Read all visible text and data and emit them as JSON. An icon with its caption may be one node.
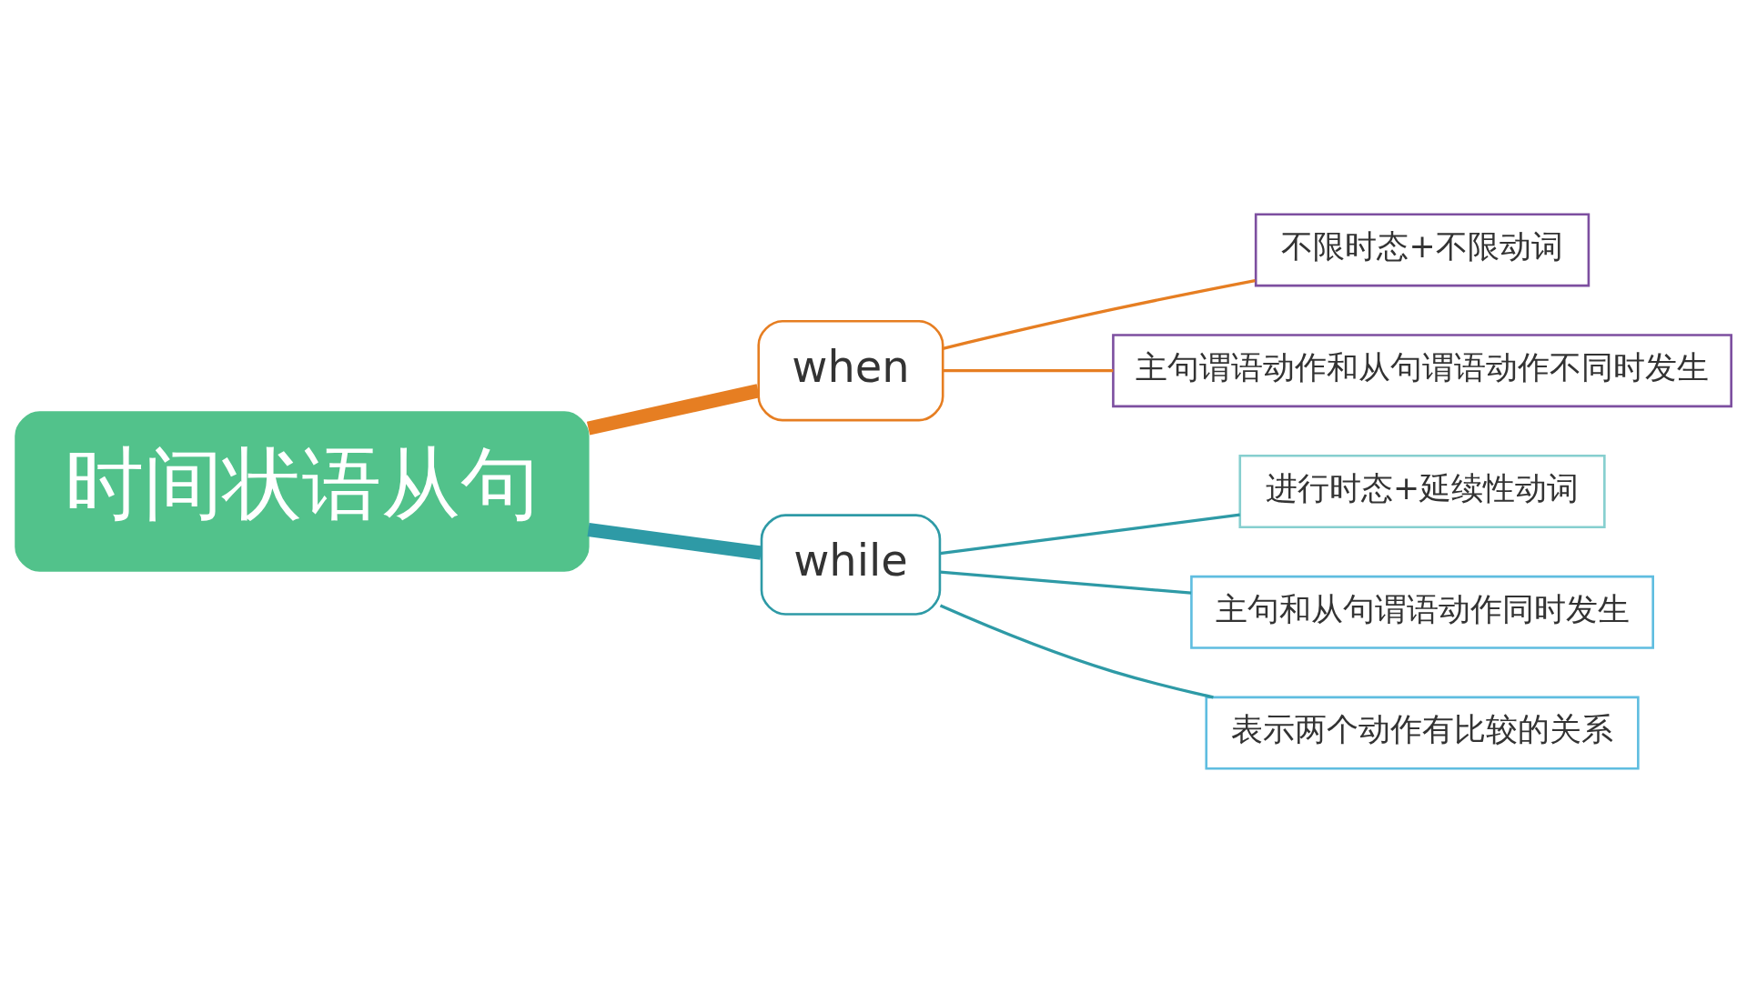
{
  "diagram": {
    "nodes": [
      {
        "text": [
          "时间状语从句"
        ]
      },
      {
        "text": [
          "when"
        ]
      },
      {
        "text": [
          "不限时态+不限动词"
        ]
      },
      {
        "text": [
          "主句谓语动作和从句谓语动作不同时发生"
        ]
      },
      {
        "text": [
          "while"
        ]
      },
      {
        "text": [
          "进行时态+延续性动词"
        ]
      },
      {
        "text": [
          "主句和从句谓语动作同时发生"
        ]
      },
      {
        "text": [
          "表示两个动作有比较的关系"
        ]
      }
    ],
    "edges": [
      {
        "from": 0,
        "to": 1,
        "arrow": "none",
        "style": "thick",
        "color": "#e67e22"
      },
      {
        "from": 1,
        "to": 2,
        "arrow": "none",
        "color": "#e67e22"
      },
      {
        "from": 1,
        "to": 3,
        "arrow": "none",
        "color": "#e67e22"
      },
      {
        "from": 0,
        "to": 4,
        "arrow": "none",
        "style": "thick",
        "color": "#2e9aa6"
      },
      {
        "from": 4,
        "to": 5,
        "arrow": "none",
        "color": "#2e9aa6"
      },
      {
        "from": 4,
        "to": 6,
        "arrow": "none",
        "color": "#2e9aa6"
      },
      {
        "from": 4,
        "to": 7,
        "arrow": "none",
        "color": "#2e9aa6"
      }
    ]
  }
}
